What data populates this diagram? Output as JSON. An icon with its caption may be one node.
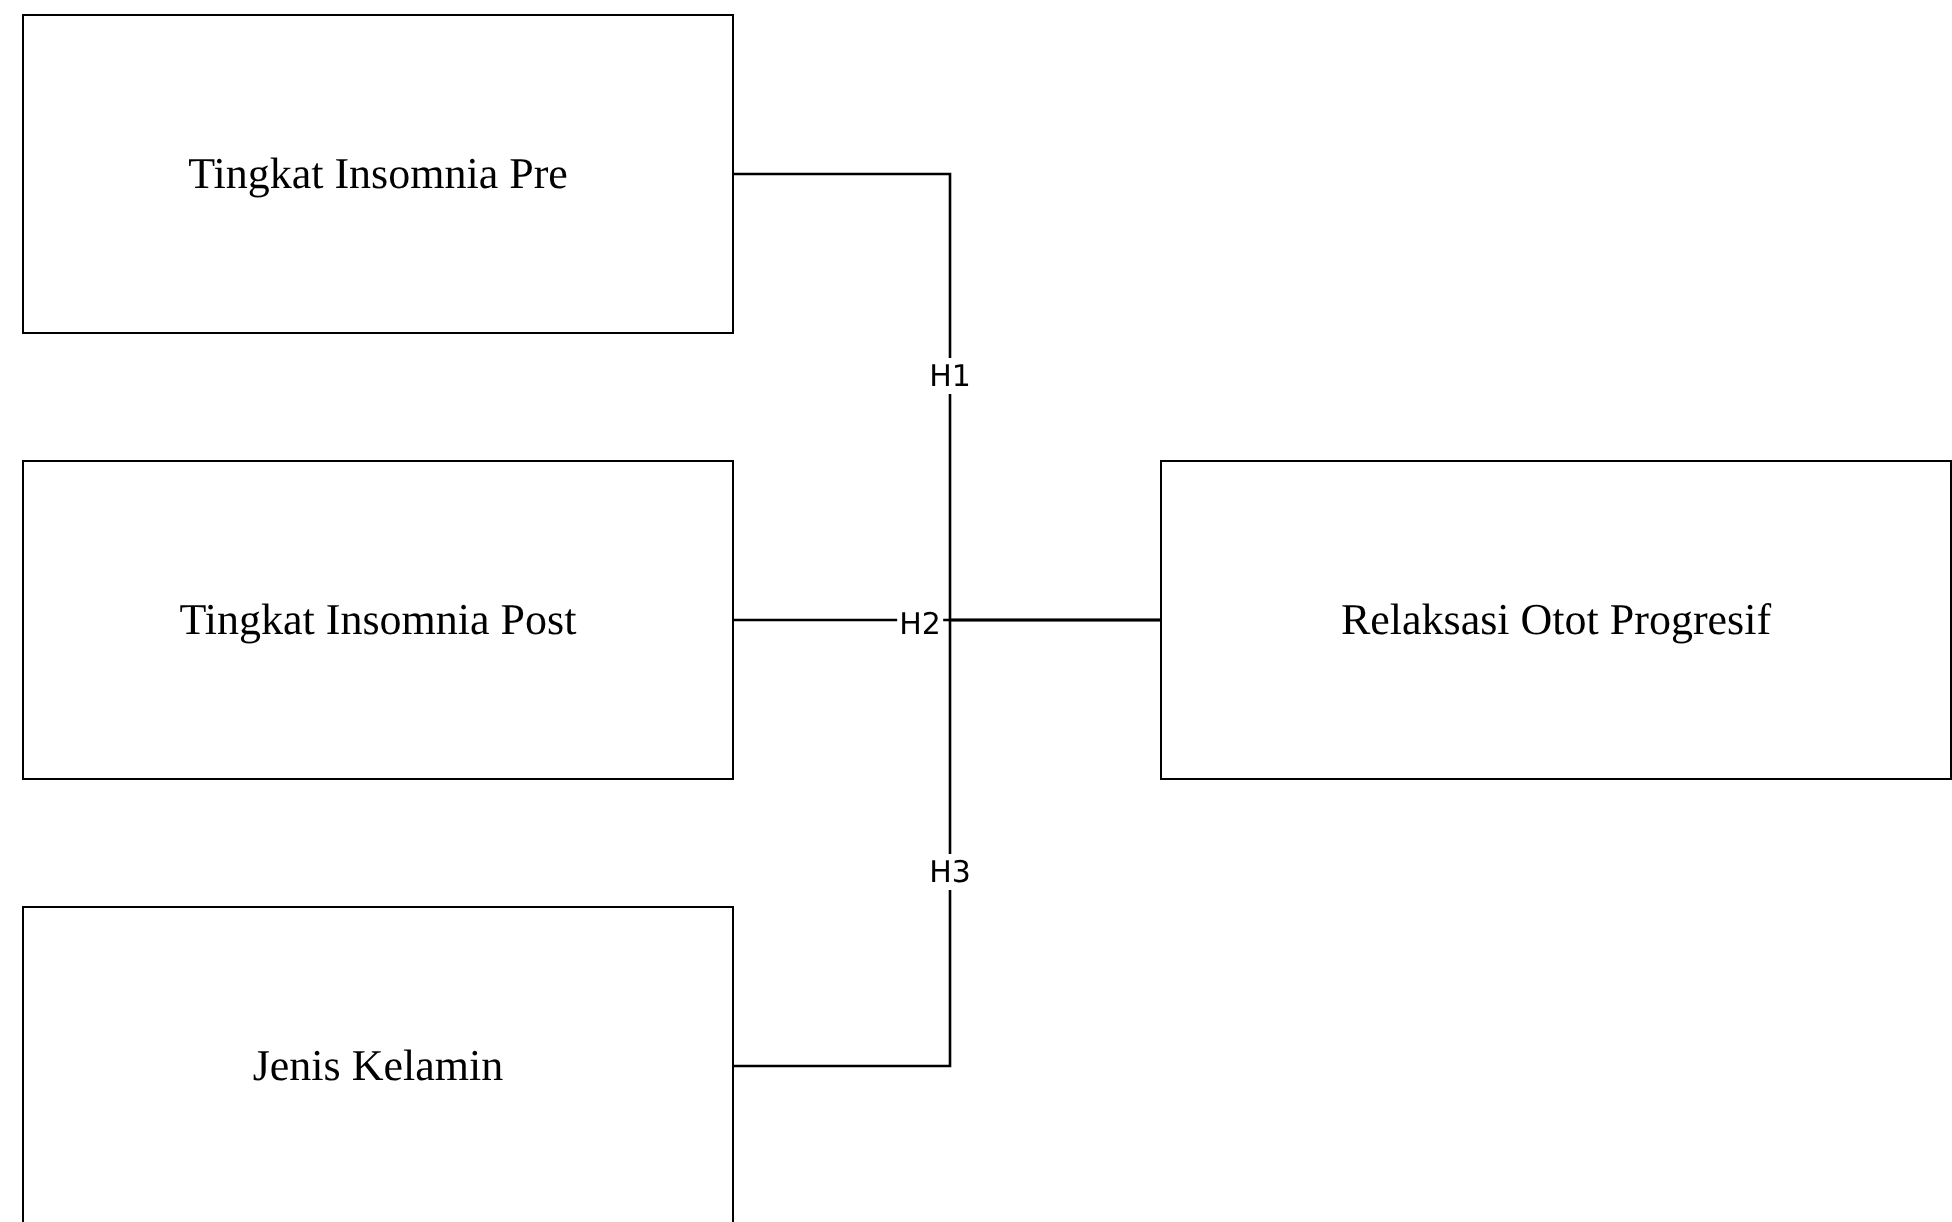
{
  "diagram": {
    "nodes": [
      {
        "text": [
          "Tingkat Insomnia Pre"
        ]
      },
      {
        "text": [
          "Tingkat Insomnia Post"
        ]
      },
      {
        "text": [
          "Jenis Kelamin"
        ]
      },
      {
        "text": [
          "Relaksasi Otot Progresif"
        ]
      }
    ],
    "edges": [
      {
        "from": 0,
        "to": 3,
        "arrow": "none",
        "label": "H1"
      },
      {
        "from": 1,
        "to": 3,
        "arrow": "none",
        "label": "H2"
      },
      {
        "from": 2,
        "to": 3,
        "arrow": "none",
        "label": "H3"
      }
    ]
  }
}
